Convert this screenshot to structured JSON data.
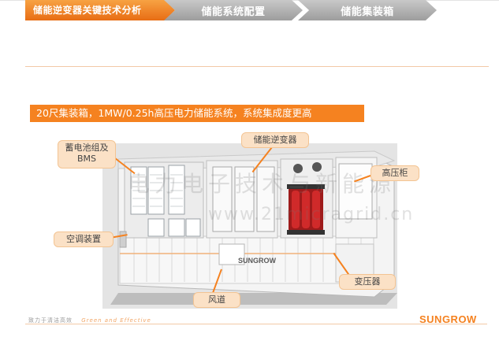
{
  "nav": {
    "steps": [
      {
        "label": "储能逆变器关键技术分析",
        "active": true
      },
      {
        "label": "储能系统配置",
        "active": false
      },
      {
        "label": "储能集装箱",
        "active": false
      }
    ]
  },
  "subtitle": "20尺集装箱，1MW/0.25h高压电力储能系统，系统集成度更高",
  "diagram": {
    "labels": {
      "bms": "蓄电池组及BMS",
      "pcs": "储能逆变器",
      "hv_cabinet": "高压柜",
      "ac_unit": "空调装置",
      "duct": "风道",
      "transformer": "变压器"
    },
    "container_brand": "SUNGROW",
    "watermark_cn": "电力电子技术与新能源",
    "watermark_url": "www.21micragrid.cn"
  },
  "footer": {
    "slogan_cn": "致力于清洁高效",
    "slogan_en": "Green and Effective",
    "logo": "SUNGROW"
  },
  "colors": {
    "accent": "#f58220",
    "nav_inactive": "#a8a8a8",
    "tag_bg": "#fbe1c6"
  }
}
